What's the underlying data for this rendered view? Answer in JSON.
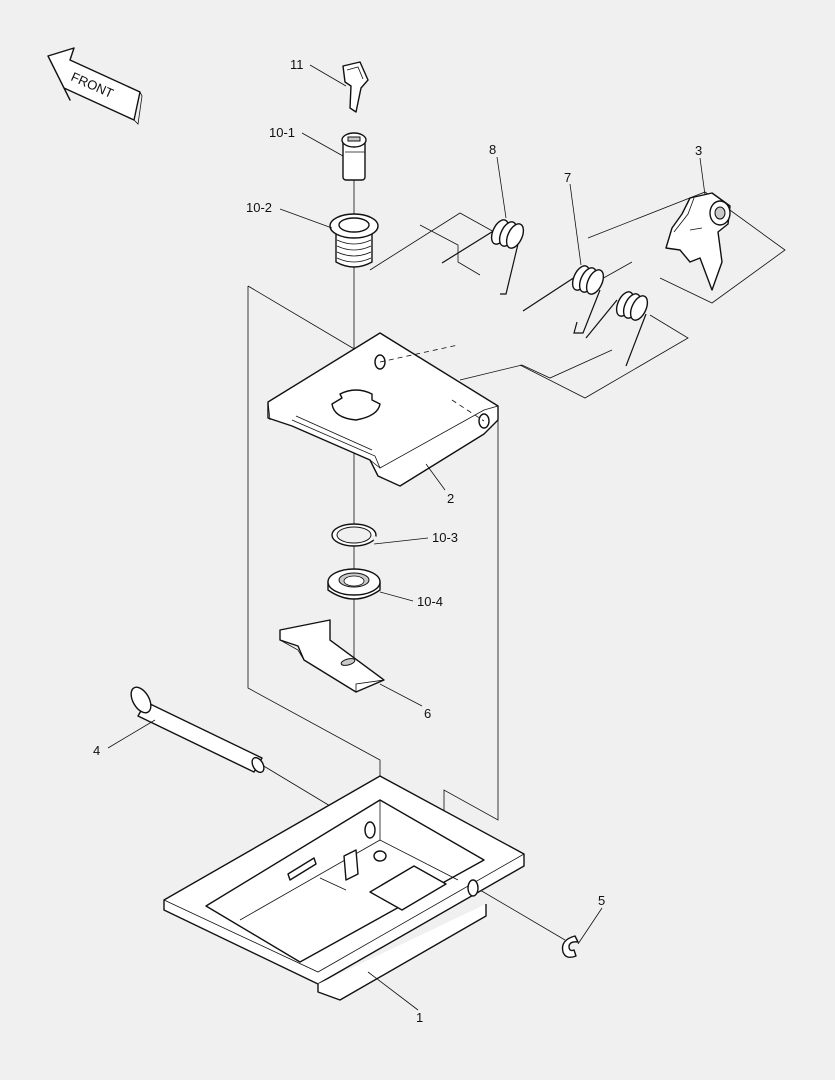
{
  "direction_label": "FRONT",
  "parts": [
    {
      "id": "11"
    },
    {
      "id": "10-1"
    },
    {
      "id": "10-2"
    },
    {
      "id": "8"
    },
    {
      "id": "7"
    },
    {
      "id": "3"
    },
    {
      "id": "2"
    },
    {
      "id": "10-3"
    },
    {
      "id": "10-4"
    },
    {
      "id": "6"
    },
    {
      "id": "4"
    },
    {
      "id": "5"
    },
    {
      "id": "1"
    }
  ]
}
